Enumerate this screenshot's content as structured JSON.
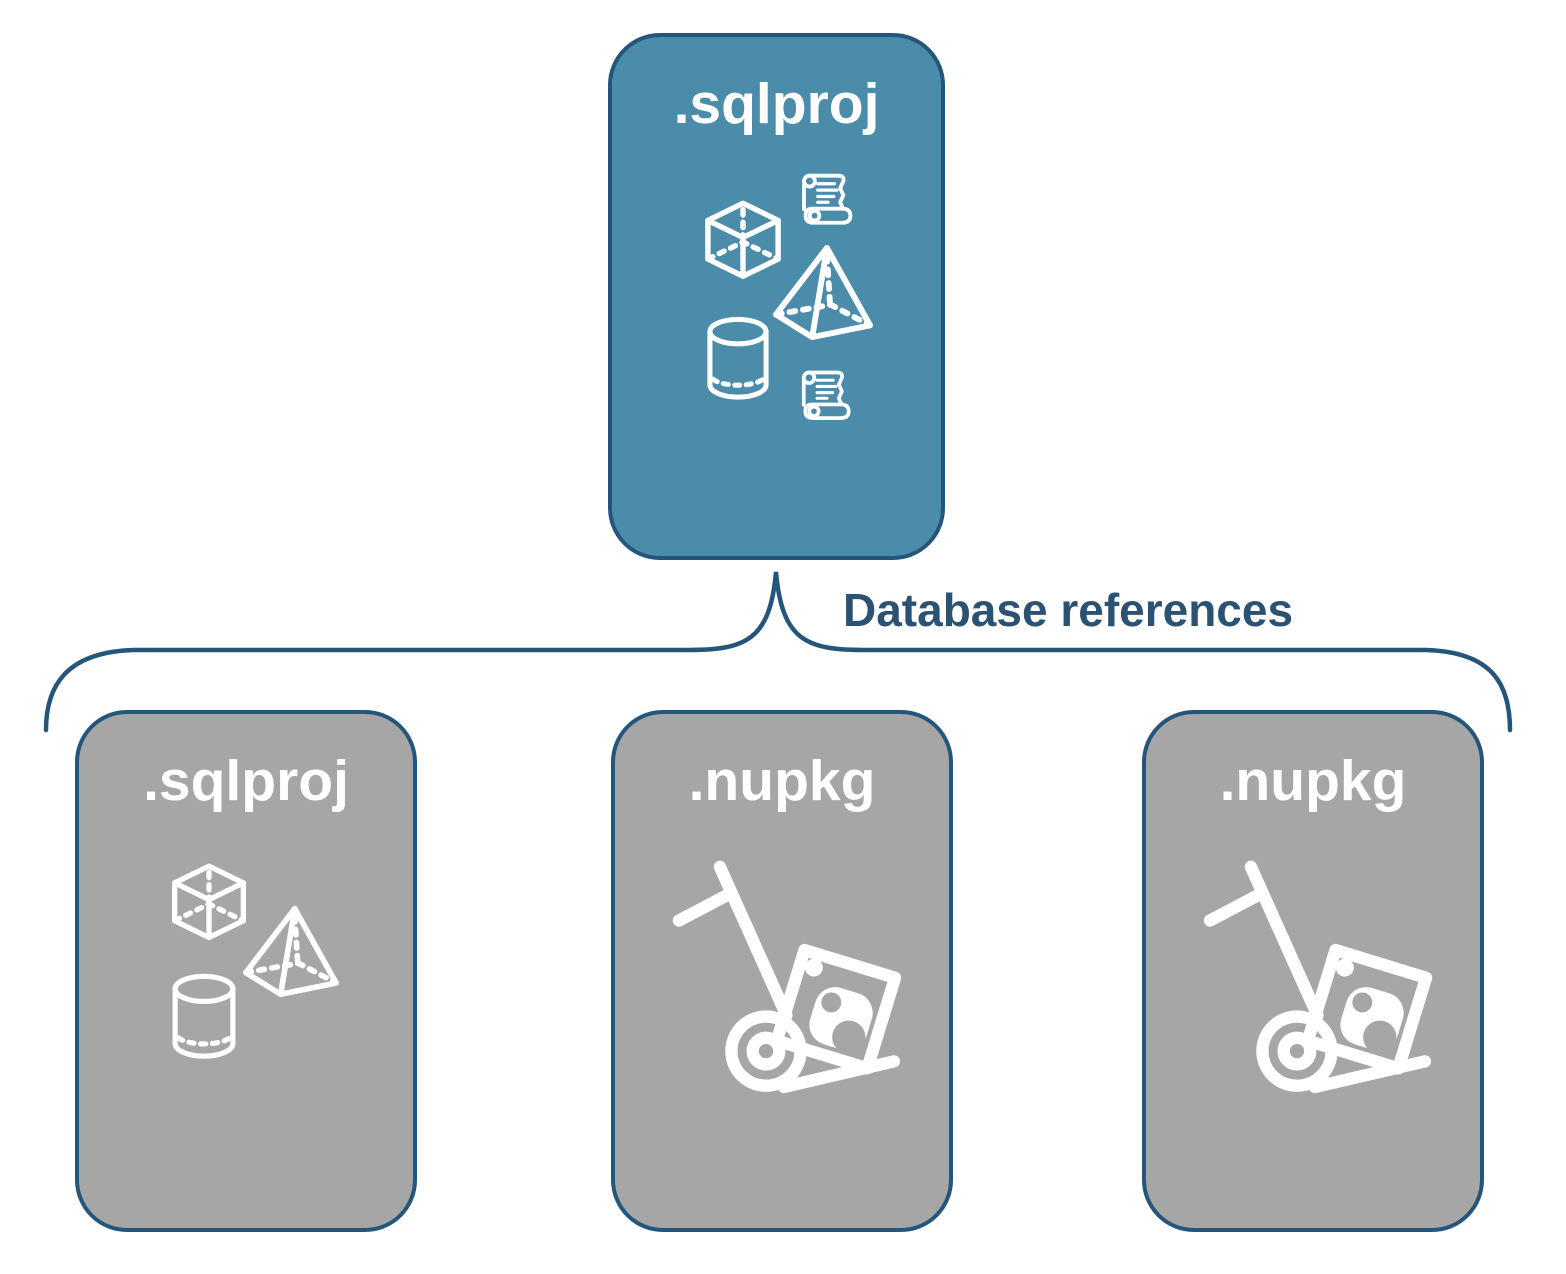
{
  "diagram": {
    "connector_label": "Database references",
    "root": {
      "title": ".sqlproj",
      "icons": [
        "script-scroll-icon",
        "cube-icon",
        "pyramid-icon",
        "cylinder-icon",
        "script-scroll-icon"
      ]
    },
    "children": [
      {
        "title": ".sqlproj",
        "icons": [
          "cube-icon",
          "pyramid-icon",
          "cylinder-icon"
        ]
      },
      {
        "title": ".nupkg",
        "icons": [
          "nuget-hand-truck-icon"
        ]
      },
      {
        "title": ".nupkg",
        "icons": [
          "nuget-hand-truck-icon"
        ]
      }
    ],
    "colors": {
      "root_fill": "#4b8cab",
      "child_fill": "#a6a6a6",
      "border": "#24557a",
      "label_text": "#2b5273",
      "title_text": "#ffffff",
      "icon": "#ffffff"
    }
  }
}
